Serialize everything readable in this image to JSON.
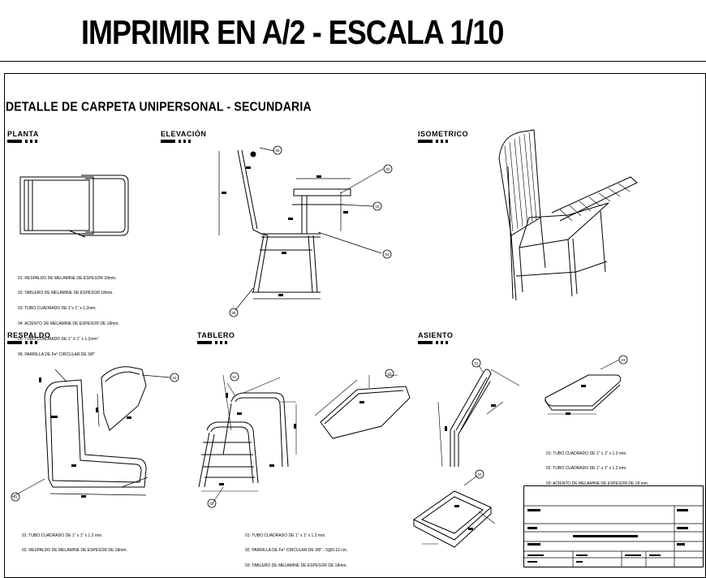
{
  "header": {
    "banner_title": "IMPRIMIR EN A/2 - ESCALA 1/10"
  },
  "sheet": {
    "title": "DETALLE DE CARPETA UNIPERSONAL - SECUNDARIA"
  },
  "views": {
    "planta": "PLANTA",
    "elevacion": "ELEVACIÓN",
    "isometrico": "ISOMETRICO",
    "respaldo": "RESPALDO",
    "tablero": "TABLERO",
    "asiento": "ASIENTO"
  },
  "notes": {
    "general": [
      "01: RESPALDO DE MELAMINE DE ESPESOR 18mm.",
      "02: TABLERO DE MELAMINE DE ESPESOR 18mm.",
      "03: TUBO CUADRADO DE 1\"x 1\" x 1.2mm.",
      "04: ACIENTO DE MELAMINE DE ESPESOR DE 18mm.",
      "05: TUBO CUADRADO DE 1\" X 1\" x 1.2mm\"",
      "06: PARRILLA DE Fe° CIRCULAR DE 3/8\""
    ],
    "respaldo": [
      "01: TUBO CUADRADO DE 1\" x 1\" x 1.2 mm.",
      "02: RESPALDO DE MELAMINE DE ESPESOR DE 18mm."
    ],
    "tablero": [
      "01: TUBO CUADRADO DE 1\" x 1\" x 1.2 mm.",
      "02: PARRILLA DE Fe° CIRCULAR DE 3/8\" - 5@0.10 cm.",
      "03: TABLERO DE MELAMINE DE ESPESOR DE 18mm."
    ],
    "asiento": [
      "01: TUBO CUADRADO DE 1\" x 1\" x 1.2 mm.",
      "02: TUBO CUADRADO DE 1\" x 1\" x 1.2 mm.",
      "03: ACIENTO DE MELAMINE DE ESPESOR DE 18 mm."
    ]
  },
  "callouts": {
    "n01": "01",
    "n02": "02",
    "n03": "03",
    "n04": "04",
    "n05": "05",
    "n06": "06"
  }
}
